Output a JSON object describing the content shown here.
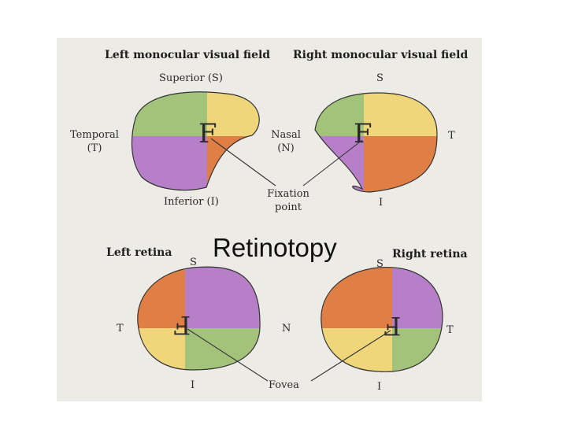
{
  "figure": {
    "headers": {
      "left_field": "Left monocular visual field",
      "right_field": "Right monocular visual field",
      "left_retina": "Left retina",
      "right_retina": "Right retina"
    },
    "field_labels": {
      "superior": "Superior (S)",
      "inferior": "Inferior (I)",
      "temporal_line1": "Temporal",
      "temporal_line2": "(T)",
      "nasal_line1": "Nasal",
      "nasal_line2": "(N)",
      "fixation_line1": "Fixation",
      "fixation_line2": "point",
      "right_s": "S",
      "right_t": "T",
      "right_i": "I",
      "letter": "F"
    },
    "retina_labels": {
      "left_s": "S",
      "left_t": "T",
      "left_i": "I",
      "center_n": "N",
      "right_s": "S",
      "right_t": "T",
      "right_i": "I",
      "fovea": "Fovea",
      "letter_left": "F",
      "letter_right": "F"
    },
    "quadrant_colors": {
      "green": "#a3c27a",
      "yellow": "#f0d67b",
      "purple": "#b77fc7",
      "orange": "#e07f45"
    }
  },
  "slide_title": "Retinotopy"
}
